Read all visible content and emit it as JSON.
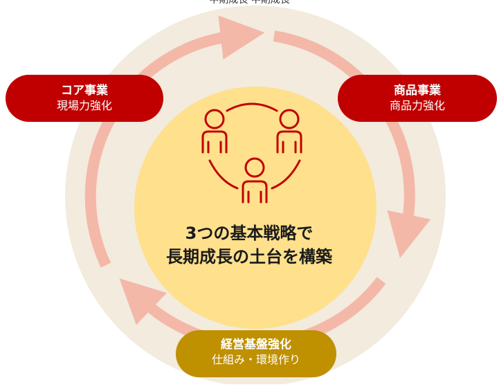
{
  "top_partial_text": "中期成長 中期成長",
  "center": {
    "line1": "3つの基本戦略で",
    "line2": "長期成長の土台を構築"
  },
  "strategies": [
    {
      "title": "コア事業",
      "subtitle": "現場力強化"
    },
    {
      "title": "商品事業",
      "subtitle": "商品力強化"
    },
    {
      "title": "経営基盤強化",
      "subtitle": "仕組み・環境作り"
    }
  ],
  "colors": {
    "outer_ring": "#f2ebde",
    "inner_circle": "#ffe08c",
    "arrow": "#f4b8a8",
    "pill_red": "#c00000",
    "pill_gold": "#bf9000",
    "icon": "#c00000"
  },
  "icon": "team-people-icon"
}
